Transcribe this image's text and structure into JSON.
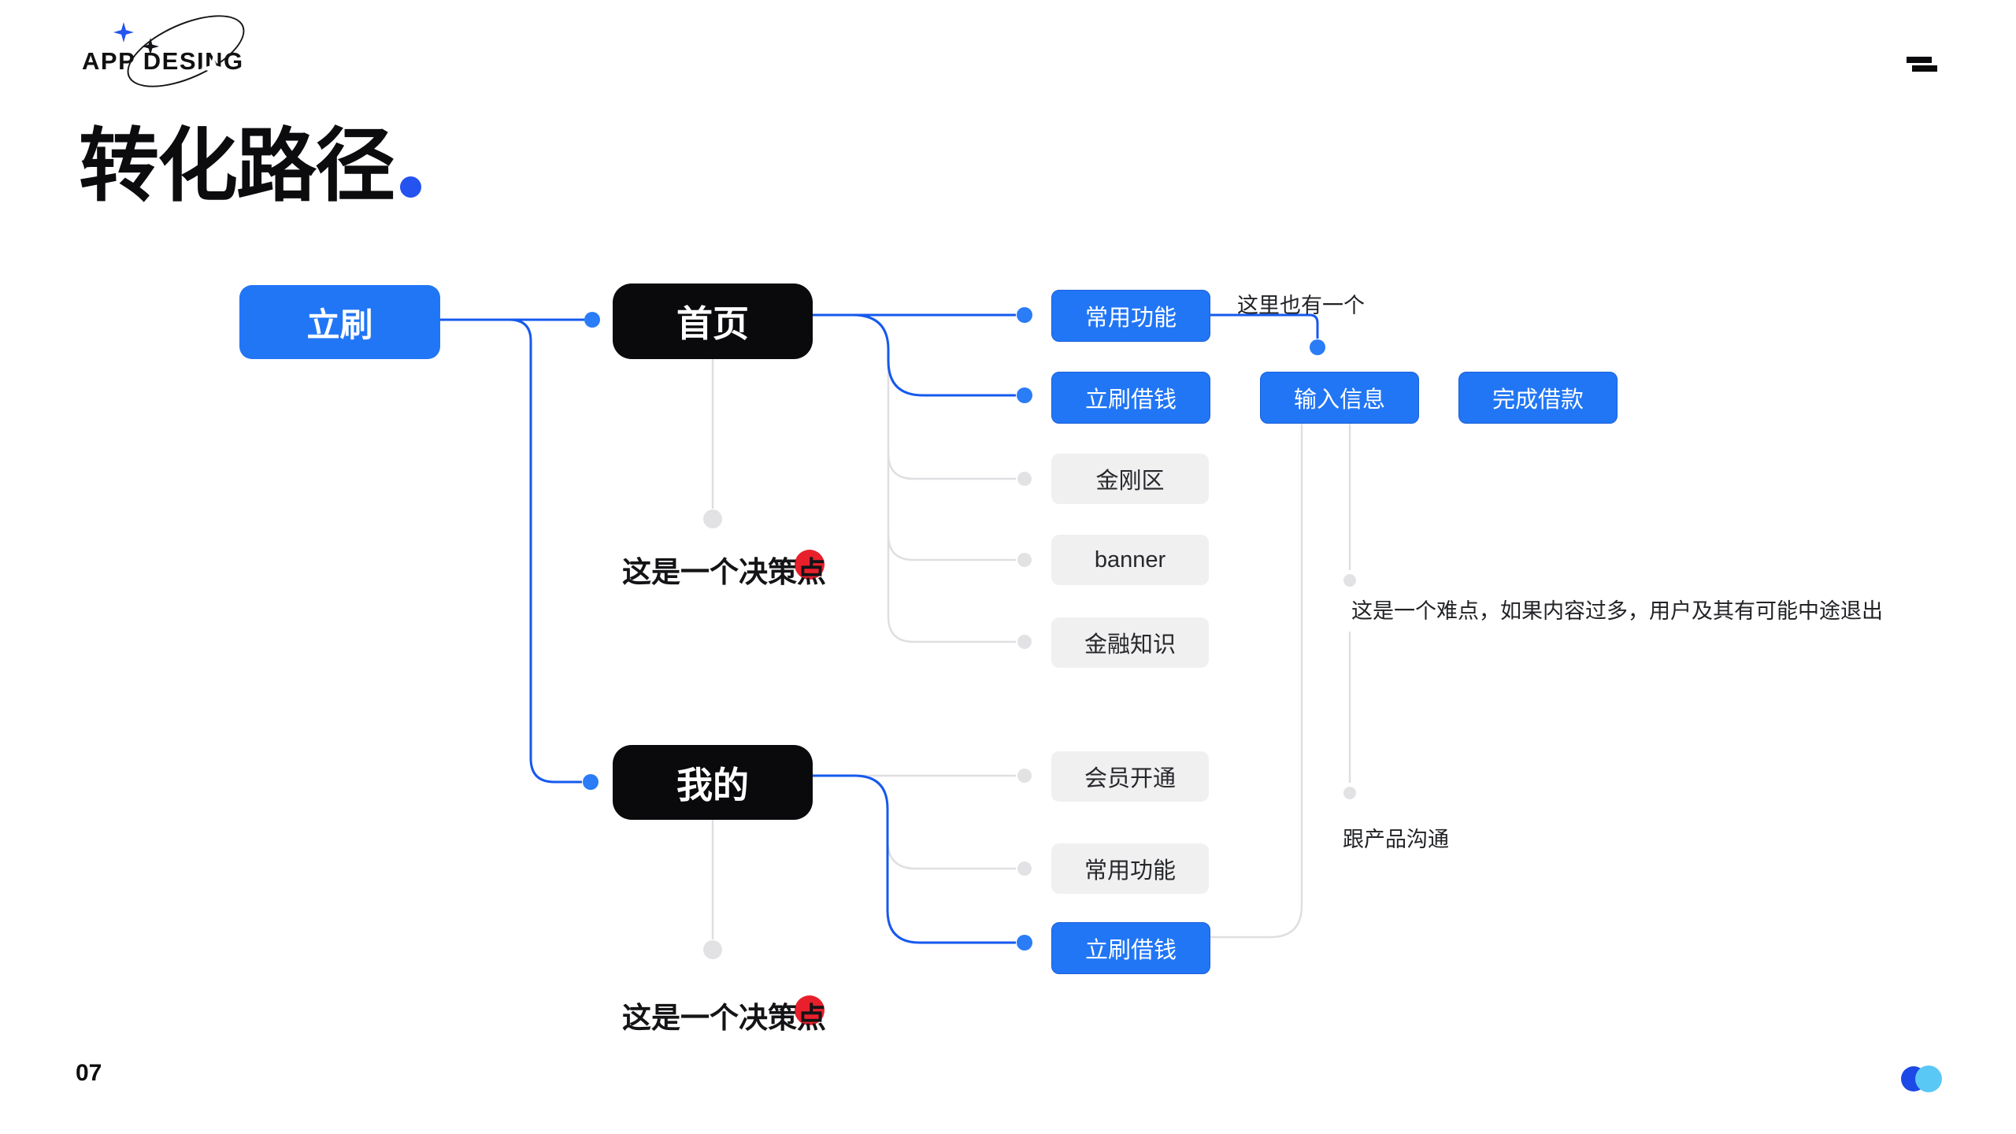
{
  "logo": {
    "text": "APP DESING"
  },
  "menu": {
    "icon": "menu-equals-icon"
  },
  "title": {
    "text": "转化路径"
  },
  "flow": {
    "root": {
      "label": "立刷"
    },
    "home": {
      "label": "首页"
    },
    "mine": {
      "label": "我的"
    },
    "home_children": [
      {
        "label": "常用功能",
        "style": "blue"
      },
      {
        "label": "立刷借钱",
        "style": "blue"
      },
      {
        "label": "金刚区",
        "style": "gray"
      },
      {
        "label": "banner",
        "style": "gray"
      },
      {
        "label": "金融知识",
        "style": "gray"
      }
    ],
    "mine_children": [
      {
        "label": "会员开通",
        "style": "gray"
      },
      {
        "label": "常用功能",
        "style": "gray"
      },
      {
        "label": "立刷借钱",
        "style": "blue"
      }
    ],
    "steps": [
      {
        "label": "输入信息"
      },
      {
        "label": "完成借款"
      }
    ]
  },
  "annotations": {
    "here_also": "这里也有一个",
    "decision_home": "这是一个决策点",
    "decision_mine": "这是一个决策点",
    "difficulty": "这是一个难点，如果内容过多，用户及其有可能中途退出",
    "communicate": "跟产品沟通"
  },
  "footer": {
    "page_number": "07"
  },
  "colors": {
    "accent_blue": "#2176F5",
    "line_blue": "#1659EE",
    "dot_blue": "#2A7CF7",
    "node_black": "#0A0A0C",
    "gray_button_bg": "#F0F0F1",
    "gray_line": "#DFDFE2",
    "red_marker": "#E8202C",
    "footer_dot_blue": "#1D49E6",
    "footer_dot_cyan": "#5AC8F5"
  }
}
